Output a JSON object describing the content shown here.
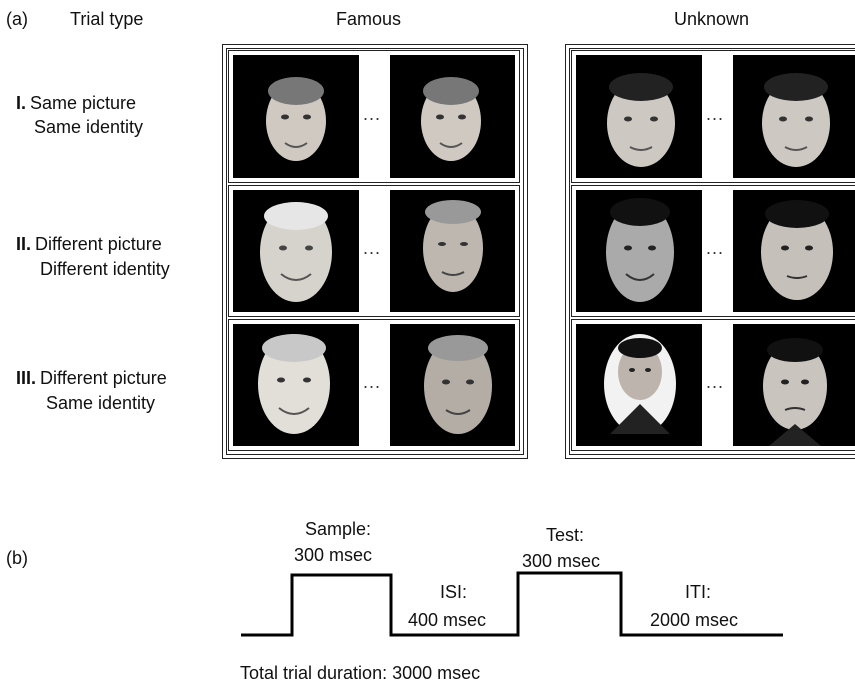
{
  "part_a": {
    "label": "(a)",
    "trial_type_header": "Trial type",
    "columns": [
      "Famous",
      "Unknown"
    ],
    "rows": [
      {
        "roman": "I.",
        "line1": "Same picture",
        "line2": "Same identity"
      },
      {
        "roman": "II.",
        "line1": "Different picture",
        "line2": "Different identity"
      },
      {
        "roman": "III.",
        "line1": "Different picture",
        "line2": "Same identity"
      }
    ],
    "separator": "..."
  },
  "part_b": {
    "label": "(b)",
    "sample_line1": "Sample:",
    "sample_line2": "300  msec",
    "isi_line1": "ISI:",
    "isi_line2": "400 msec",
    "test_line1": "Test:",
    "test_line2": "300 msec",
    "iti_line1": "ITI:",
    "iti_line2": "2000 msec",
    "total": "Total trial duration: 3000 msec"
  },
  "colors": {
    "background": "#ffffff",
    "frame": "#000000",
    "line": "#000000"
  }
}
